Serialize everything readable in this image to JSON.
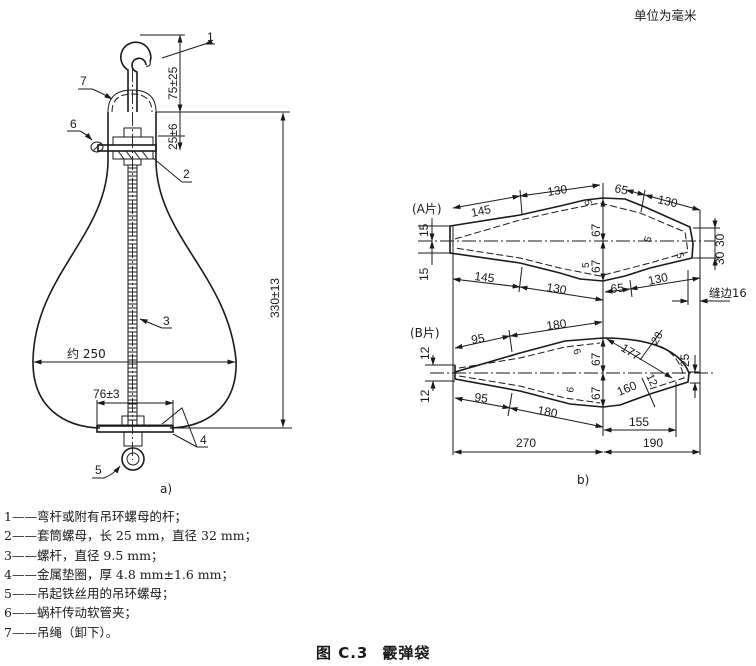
{
  "unit_note": "单位为毫米",
  "figure_a": {
    "label": "a)",
    "callouts": [
      "1",
      "2",
      "3",
      "4",
      "5",
      "6",
      "7"
    ],
    "dimensions": {
      "hook_height": "75±25",
      "nut_gap": "25±6",
      "total_height": "330±13",
      "width": "约 250",
      "washer_width": "76±3"
    }
  },
  "figure_b": {
    "label": "b)",
    "piece_a": {
      "label": "(A片)",
      "dims": {
        "upper_seg1": "145",
        "upper_seg2": "130",
        "upper_seg3": "65",
        "upper_seg4": "130",
        "lower_seg1": "145",
        "lower_seg2": "130",
        "lower_seg3": "65",
        "lower_seg4": "130",
        "left_half_top": "15",
        "left_half_bottom": "15",
        "mid_half_top": "67",
        "mid_half_bottom": "67",
        "right_half_top": "30",
        "right_half_bottom": "30",
        "seam_offsets": [
          "5",
          "5",
          "5",
          "5"
        ],
        "seam_allowance": "缝边16"
      }
    },
    "piece_b": {
      "label": "(B片)",
      "dims": {
        "upper_seg1": "95",
        "upper_seg2": "180",
        "lower_seg1": "95",
        "lower_seg2": "180",
        "left_half_top": "12",
        "left_half_bottom": "12",
        "mid_half_top": "67",
        "mid_half_bottom": "67",
        "seam_top": "6",
        "seam_bottom": "6",
        "radius_upper": "177",
        "radius_offset": "28",
        "radius_lower": "160",
        "lower_offset": "12",
        "right_half": "25",
        "right_len": "155",
        "total_left": "270",
        "total_right": "190"
      }
    }
  },
  "legend": [
    {
      "num": "1",
      "text": "弯杆或附有吊环螺母的杆；"
    },
    {
      "num": "2",
      "text": "套筒螺母，长 25 mm，直径 32 mm；"
    },
    {
      "num": "3",
      "text": "螺杆，直径 9.5 mm；"
    },
    {
      "num": "4",
      "text": "金属垫圈，厚 4.8 mm±1.6 mm；"
    },
    {
      "num": "5",
      "text": "吊起铁丝用的吊环螺母；"
    },
    {
      "num": "6",
      "text": "蜗杆传动软管夹；"
    },
    {
      "num": "7",
      "text": "吊绳（卸下）。"
    }
  ],
  "caption": {
    "number": "图 C.3",
    "title": "霰弹袋"
  }
}
